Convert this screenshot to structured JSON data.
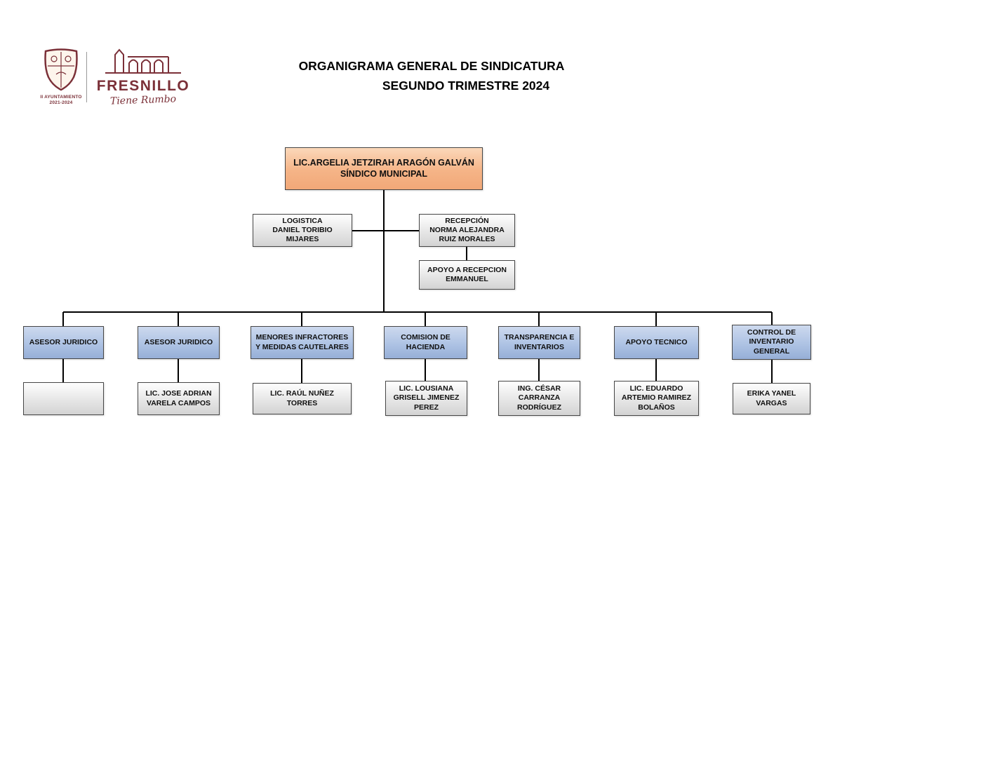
{
  "header": {
    "title_line1": "ORGANIGRAMA GENERAL DE SINDICATURA",
    "title_line2": "SEGUNDO TRIMESTRE 2024"
  },
  "logos": {
    "ayuntamiento_line1": "II AYUNTAMIENTO",
    "ayuntamiento_line2": "2021-2024",
    "wordmark": "FRESNILLO",
    "tagline": "Tiene Rumbo"
  },
  "org": {
    "root": {
      "label": "LIC.ARGELIA JETZIRAH ARAGÓN GALVÁN\nSÍNDICO MUNICIPAL"
    },
    "staff": {
      "logistica": {
        "label": "LOGISTICA\nDANIEL TORIBIO\nMIJARES"
      },
      "recepcion": {
        "label": "RECEPCIÓN\nNORMA ALEJANDRA\nRUIZ MORALES"
      },
      "apoyo_recepcion": {
        "label": "APOYO A RECEPCION\nEMMANUEL"
      }
    },
    "branches": [
      {
        "title": "ASESOR JURIDICO",
        "person": ""
      },
      {
        "title": "ASESOR JURIDICO",
        "person": "LIC. JOSE ADRIAN\nVARELA CAMPOS"
      },
      {
        "title": "MENORES INFRACTORES\nY MEDIDAS CAUTELARES",
        "person": "LIC. RAÚL NUÑEZ\nTORRES"
      },
      {
        "title": "COMISION DE\nHACIENDA",
        "person": "LIC. LOUSIANA\nGRISELL JIMENEZ\nPEREZ"
      },
      {
        "title": "TRANSPARENCIA E\nINVENTARIOS",
        "person": "ING. CÉSAR\nCARRANZA\nRODRÍGUEZ"
      },
      {
        "title": "APOYO TECNICO",
        "person": "LIC. EDUARDO\nARTEMIO RAMIREZ\nBOLAÑOS"
      },
      {
        "title": "CONTROL DE\nINVENTARIO\nGENERAL",
        "person": "ERIKA YANEL\nVARGAS"
      }
    ]
  },
  "colors": {
    "root_fill_top": "#fbd8ba",
    "root_fill_bottom": "#f1a878",
    "branch_fill_top": "#cdd9ee",
    "branch_fill_bottom": "#96afd7",
    "neutral_fill_top": "#fefefe",
    "neutral_fill_bottom": "#d3d3d3",
    "brand_maroon": "#7b3038",
    "connector_line": "#000000"
  }
}
